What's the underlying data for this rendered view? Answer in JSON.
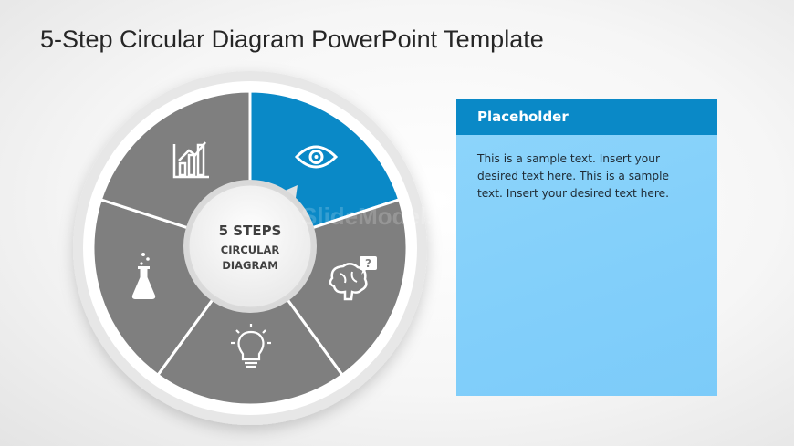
{
  "slide": {
    "title": "5-Step Circular Diagram PowerPoint Template"
  },
  "diagram": {
    "center_lines": [
      "5 STEPS",
      "CIRCULAR",
      "DIAGRAM"
    ],
    "segments": [
      {
        "icon": "eye-icon",
        "highlighted": true
      },
      {
        "icon": "brain-question-icon",
        "highlighted": false
      },
      {
        "icon": "lightbulb-icon",
        "highlighted": false
      },
      {
        "icon": "flask-icon",
        "highlighted": false
      },
      {
        "icon": "bar-chart-icon",
        "highlighted": false
      }
    ],
    "watermark": "SlideModel.com"
  },
  "panel": {
    "header": "Placeholder",
    "body": "This is a sample text. Insert your desired text here. This is a sample text. Insert your desired text here."
  },
  "colors": {
    "highlight": "#0a89c7",
    "segment": "#7f7f7f",
    "panel_header": "#0a89c7",
    "panel_body": "#86d0fa",
    "ring": "#e6e6e6"
  }
}
